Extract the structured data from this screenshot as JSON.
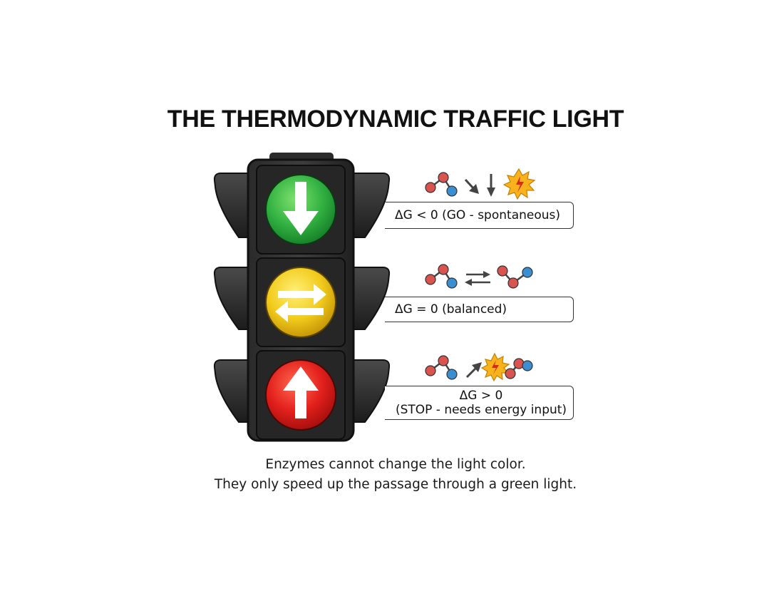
{
  "title": "THE THERMODYNAMIC TRAFFIC LIGHT",
  "lights": [
    {
      "color": "green",
      "lamp_hex": "#33b243",
      "arrow": "down",
      "label_lines": [
        "ΔG < 0 (GO - spontaneous)"
      ]
    },
    {
      "color": "yellow",
      "lamp_hex": "#f2cc1c",
      "arrow": "double-horizontal",
      "label_lines": [
        "ΔG = 0 (balanced)"
      ]
    },
    {
      "color": "red",
      "lamp_hex": "#e3201c",
      "arrow": "up",
      "label_lines": [
        "ΔG > 0",
        "(STOP - needs energy input)"
      ]
    }
  ],
  "molecule_colors": {
    "red_atom": "#d9534f",
    "blue_atom": "#3b8fd1",
    "bond": "#444444",
    "burst": "#f7b21c"
  },
  "icons": [
    "molecule-icon",
    "reaction-arrow-icon",
    "energy-burst-icon",
    "equilibrium-arrows-icon"
  ],
  "footer": {
    "line1": "Enzymes cannot change the light color.",
    "line2": "They only speed up the passage through a green light."
  }
}
